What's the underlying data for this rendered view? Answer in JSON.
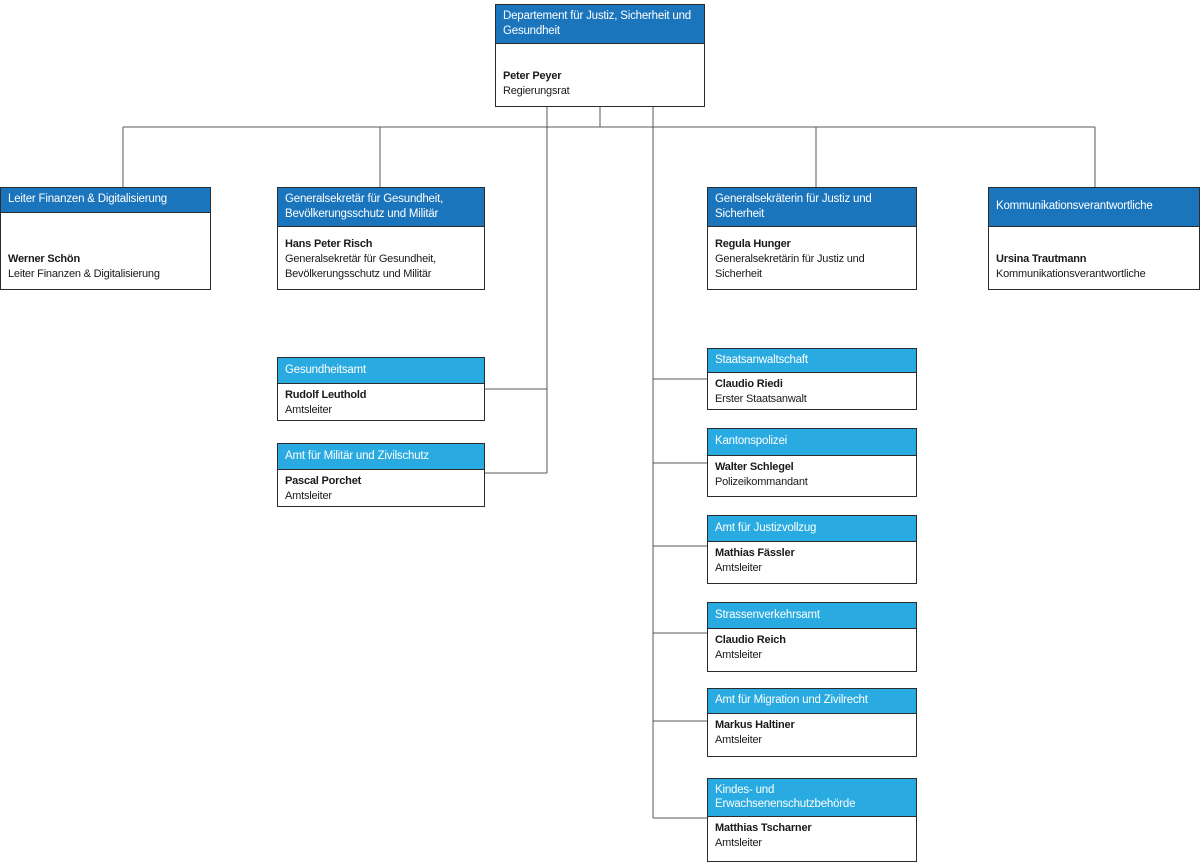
{
  "org": {
    "colors": {
      "primary": "#1B75BC",
      "secondary": "#29ABE2",
      "connector": "#595959",
      "border": "#2B2B2B"
    },
    "root": {
      "title": "Departement für Justiz, Sicherheit und Gesundheit",
      "person": "Peter Peyer",
      "role": "Regierungsrat"
    },
    "level2": [
      {
        "title": "Leiter Finanzen & Digitalisierung",
        "person": "Werner Schön",
        "role": "Leiter Finanzen & Digitalisierung"
      },
      {
        "title": "Generalsekretär für Gesundheit, Bevölkerungsschutz und Militär",
        "person": "Hans Peter Risch",
        "role": "Generalsekretär für Gesundheit, Bevölkerungsschutz und Militär"
      },
      {
        "title": "Generalsekräterin für Justiz und Sicherheit",
        "person": "Regula Hunger",
        "role": "Generalsekretärin für Justiz und Sicherheit"
      },
      {
        "title": "Kommunikationsverantwortliche",
        "person": "Ursina Trautmann",
        "role": "Kommunikationsverantwortliche"
      }
    ],
    "gesundheit_units": [
      {
        "title": "Gesundheitsamt",
        "person": "Rudolf Leuthold",
        "role": "Amtsleiter"
      },
      {
        "title": "Amt für Militär und Zivilschutz",
        "person": "Pascal Porchet",
        "role": "Amtsleiter"
      }
    ],
    "justiz_units": [
      {
        "title": "Staatsanwaltschaft",
        "person": "Claudio Riedi",
        "role": "Erster Staatsanwalt"
      },
      {
        "title": "Kantonspolizei",
        "person": "Walter Schlegel",
        "role": "Polizeikommandant"
      },
      {
        "title": "Amt für Justizvollzug",
        "person": "Mathias Fässler",
        "role": "Amtsleiter"
      },
      {
        "title": "Strassenverkehrsamt",
        "person": "Claudio Reich",
        "role": "Amtsleiter"
      },
      {
        "title": "Amt für Migration und Zivilrecht",
        "person": "Markus Haltiner",
        "role": "Amtsleiter"
      },
      {
        "title": "Kindes- und Erwachsenenschutzbehörde",
        "person": "Matthias Tscharner",
        "role": "Amtsleiter"
      }
    ]
  }
}
